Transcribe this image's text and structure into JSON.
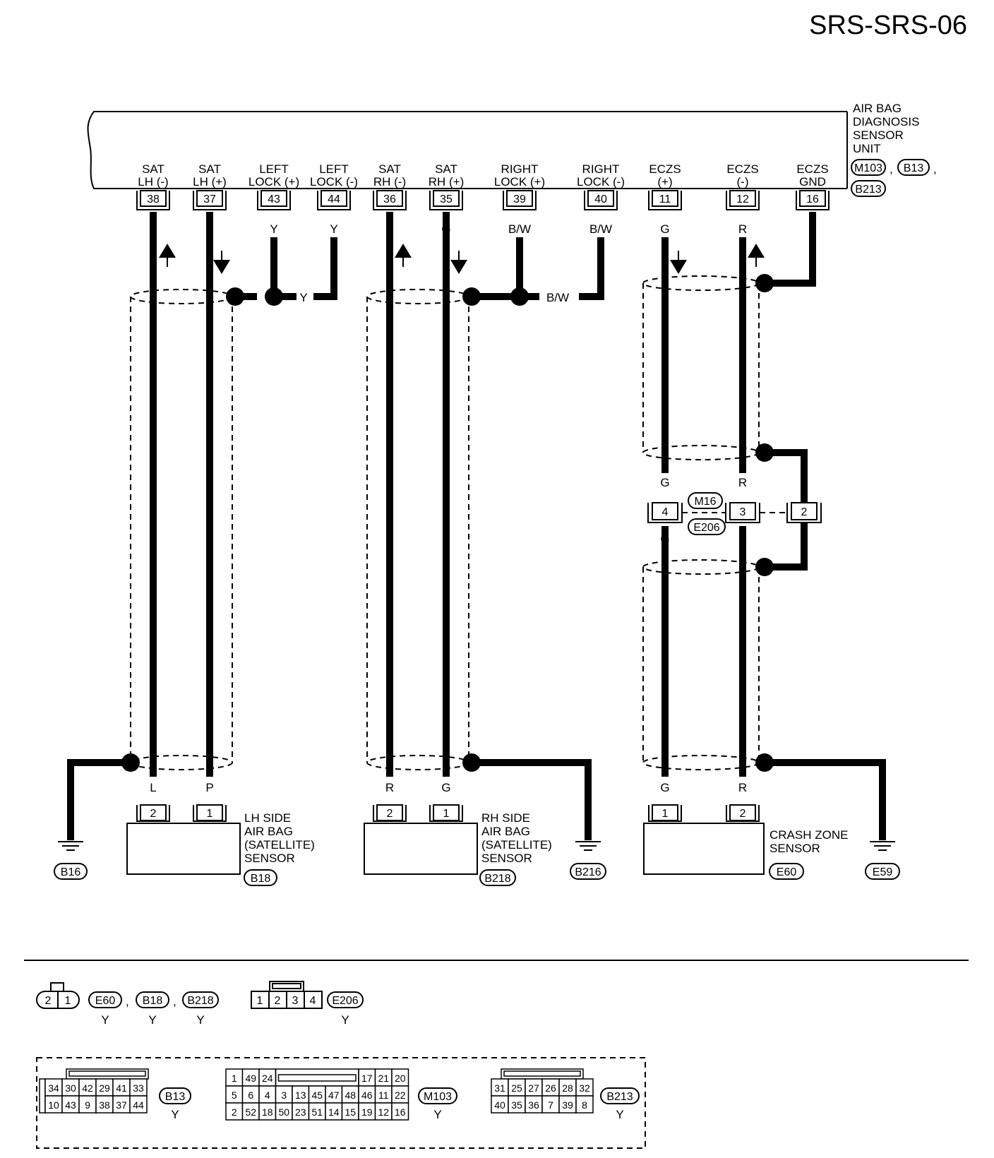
{
  "header": {
    "title": "SRS-SRS-06"
  },
  "unit": {
    "name_lines": [
      "AIR BAG",
      "DIAGNOSIS",
      "SENSOR",
      "UNIT"
    ],
    "connectors": [
      "M103",
      "B13",
      "B213"
    ],
    "separator": ","
  },
  "terminals": [
    {
      "l1": "SAT",
      "l2": "LH (-)",
      "pin": "38",
      "color": "L",
      "dir": "up"
    },
    {
      "l1": "SAT",
      "l2": "LH (+)",
      "pin": "37",
      "color": "P",
      "dir": "down"
    },
    {
      "l1": "LEFT",
      "l2": "LOCK (+)",
      "pin": "43",
      "color": "Y",
      "dir": ""
    },
    {
      "l1": "LEFT",
      "l2": "LOCK (-)",
      "pin": "44",
      "color": "Y",
      "dir": ""
    },
    {
      "l1": "SAT",
      "l2": "RH (-)",
      "pin": "36",
      "color": "R",
      "dir": "up"
    },
    {
      "l1": "SAT",
      "l2": "RH (+)",
      "pin": "35",
      "color": "G",
      "dir": "down"
    },
    {
      "l1": "RIGHT",
      "l2": "LOCK (+)",
      "pin": "39",
      "color": "B/W",
      "dir": ""
    },
    {
      "l1": "RIGHT",
      "l2": "LOCK (-)",
      "pin": "40",
      "color": "B/W",
      "dir": ""
    },
    {
      "l1": "ECZS",
      "l2": "(+)",
      "pin": "11",
      "color": "G",
      "dir": "down"
    },
    {
      "l1": "ECZS",
      "l2": "(-)",
      "pin": "12",
      "color": "R",
      "dir": "up"
    },
    {
      "l1": "ECZS",
      "l2": "GND",
      "pin": "16",
      "color": "",
      "dir": ""
    }
  ],
  "junction_labels": {
    "left": "Y",
    "right": "B/W"
  },
  "inline_connector": {
    "ids": [
      "M16",
      "E206"
    ],
    "pins": [
      "4",
      "3",
      "2"
    ],
    "upper_colors": [
      "G",
      "R"
    ],
    "lower_colors": [
      "G",
      "R"
    ]
  },
  "sensors": [
    {
      "name_lines": [
        "LH SIDE",
        "AIR BAG",
        "(SATELLITE)",
        "SENSOR"
      ],
      "connector": "B18",
      "pins": [
        "2",
        "1"
      ],
      "colors": [
        "L",
        "P"
      ],
      "ground": "B16"
    },
    {
      "name_lines": [
        "RH SIDE",
        "AIR BAG",
        "(SATELLITE)",
        "SENSOR"
      ],
      "connector": "B218",
      "pins": [
        "2",
        "1"
      ],
      "colors": [
        "R",
        "G"
      ],
      "ground": "B216"
    },
    {
      "name_lines": [
        "CRASH ZONE",
        "SENSOR"
      ],
      "connector": "E60",
      "pins": [
        "1",
        "2"
      ],
      "colors": [
        "G",
        "R"
      ],
      "ground": "E59"
    }
  ],
  "legend": {
    "two_pin": {
      "pins": [
        "2",
        "1"
      ],
      "connectors": [
        "E60",
        "B18",
        "B218"
      ],
      "color": "Y"
    },
    "four_pin": {
      "pins": [
        "1",
        "2",
        "3",
        "4"
      ],
      "connector": "E206",
      "color": "Y"
    },
    "b13": {
      "rows": [
        [
          "34",
          "30",
          "42",
          "29",
          "41",
          "33"
        ],
        [
          "10",
          "43",
          "9",
          "38",
          "37",
          "44"
        ]
      ],
      "connector": "B13",
      "color": "Y"
    },
    "m103": {
      "top_left": [
        "1",
        "49",
        "24"
      ],
      "top_right": [
        "17",
        "21",
        "20"
      ],
      "rows": [
        [
          "5",
          "6",
          "4",
          "3",
          "13",
          "45",
          "47",
          "48",
          "46",
          "11",
          "22"
        ],
        [
          "2",
          "52",
          "18",
          "50",
          "23",
          "51",
          "14",
          "15",
          "19",
          "12",
          "16"
        ]
      ],
      "connector": "M103",
      "color": "Y"
    },
    "b213": {
      "rows": [
        [
          "31",
          "25",
          "27",
          "26",
          "28",
          "32"
        ],
        [
          "40",
          "35",
          "36",
          "7",
          "39",
          "8"
        ]
      ],
      "connector": "B213",
      "color": "Y"
    }
  }
}
